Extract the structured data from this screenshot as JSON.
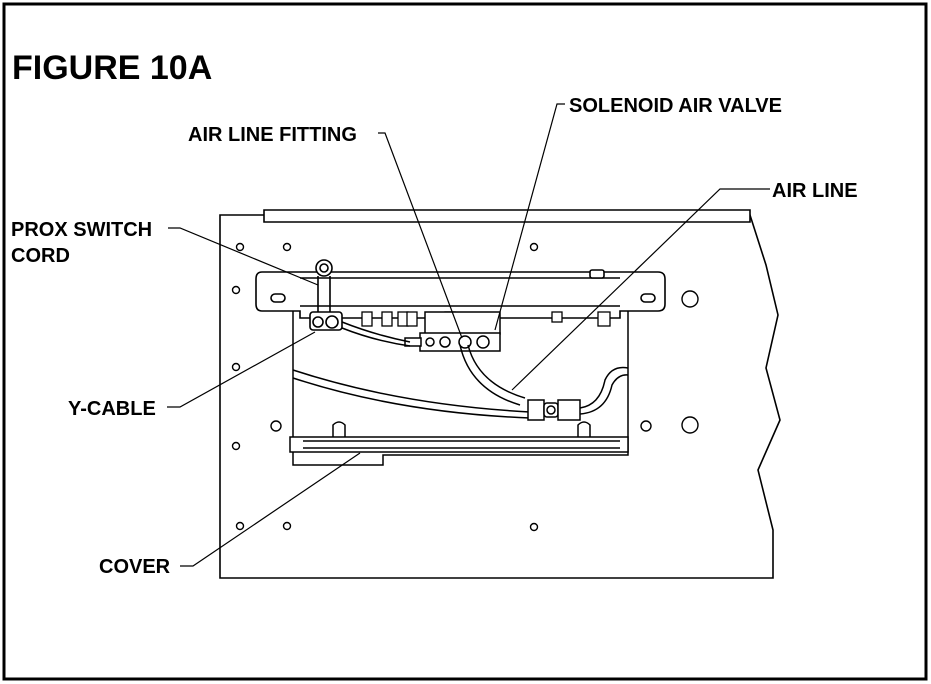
{
  "figure": {
    "title": "FIGURE 10A"
  },
  "callouts": {
    "solenoid_air_valve": "SOLENOID AIR VALVE",
    "air_line_fitting": "AIR LINE FITTING",
    "air_line": "AIR LINE",
    "prox_switch_cord_line1": "PROX SWITCH",
    "prox_switch_cord_line2": "CORD",
    "y_cable": "Y-CABLE",
    "cover": "COVER"
  },
  "colors": {
    "line": "#000000",
    "background": "#ffffff"
  }
}
